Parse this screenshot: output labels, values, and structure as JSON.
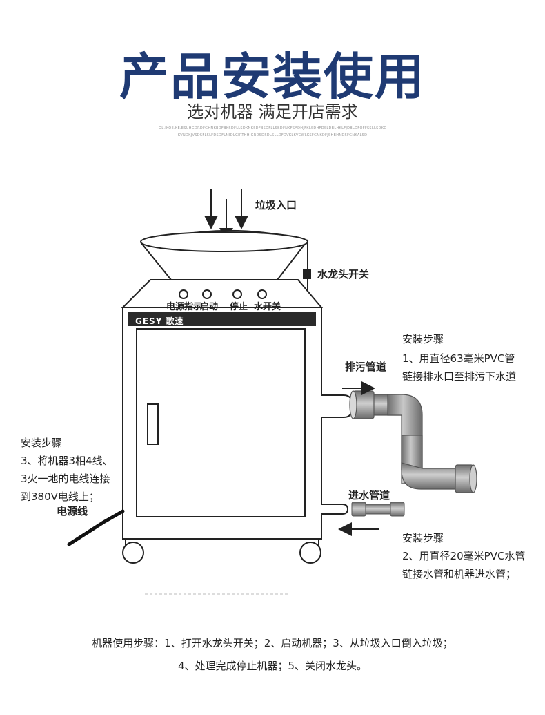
{
  "header": {
    "title": "产品安装使用",
    "subtitle": "选对机器 满足开店需求",
    "fine_line_1": "OL.IKOE.KE.ESUHGDRDFGHNKBDFBKSDFLLSDKNKSDFBSDFLLSBDFNKFSADHJFKLSDHFDSLDBLHKLFJDBLDFOFFSSLLSDKDKN DSJKLF.BDNSK.DFSDSBKWSDFJ1KASDSFNDFKSHBOHFKAJAFHJNOSLSWKDLJHNBASDFHKSSL",
    "fine_line_2": "KVNDKJVSDSFLSLFDSDFLMIDLGIRTHHIGRDSDSDLSLLDFDVKLKVCWLKSFGNKDFJSHBHNDSFGNKALSD"
  },
  "labels": {
    "garbage_inlet": "垃圾入口",
    "faucet_switch": "水龙头开关",
    "drain_pipe": "排污管道",
    "water_inlet_pipe": "进水管道",
    "power_cord": "电源线"
  },
  "control_panel": {
    "power_indicator": "电源指示",
    "start": "启动",
    "stop": "停止",
    "water_switch": "水开关"
  },
  "brand_text": "GESY 歌速",
  "notes": {
    "right_top": {
      "heading": "安装步骤",
      "line1": "1、用直径63毫米PVC管",
      "line2": "链接排水口至排污下水道"
    },
    "left": {
      "heading": "安装步骤",
      "line1": "3、将机器3相4线、",
      "line2": "3火一地的电线连接",
      "line3": "到380V电线上；"
    },
    "right_bottom": {
      "heading": "安装步骤",
      "line1": "2、用直径20毫米PVC水管",
      "line2": "链接水管和机器进水管；"
    }
  },
  "usage_steps": {
    "line1": "机器使用步骤：1、打开水龙头开关；2、启动机器；3、从垃圾入口倒入垃圾；",
    "line2": "4、处理完成停止机器；5、关闭水龙头。"
  },
  "colors": {
    "title": "#1f3a73",
    "pipe": "#8c8c8c",
    "line": "#222222"
  }
}
